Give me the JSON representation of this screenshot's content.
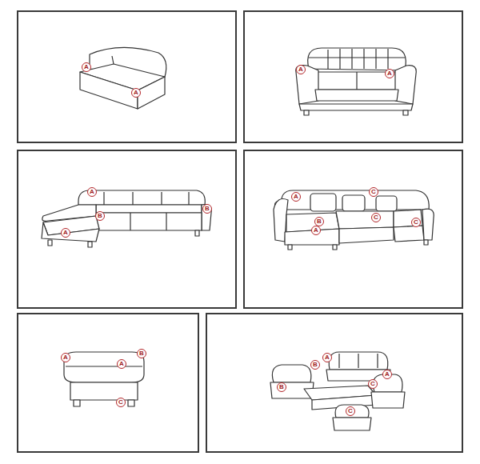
{
  "diagram": {
    "labels": [
      "A",
      "A",
      "A",
      "A",
      "A",
      "B",
      "B",
      "A",
      "A",
      "C",
      "B",
      "C",
      "A",
      "C",
      "A",
      "B",
      "A",
      "C",
      "A",
      "B",
      "A",
      "B",
      "C",
      "C"
    ]
  }
}
